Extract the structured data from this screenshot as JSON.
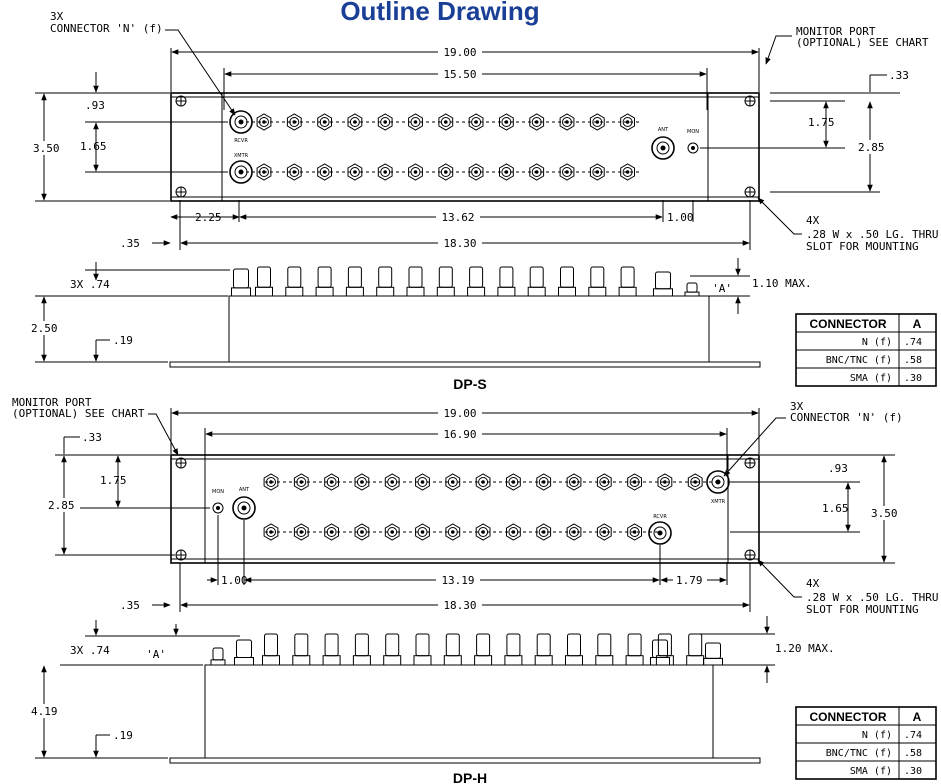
{
  "title": "Outline Drawing",
  "top": {
    "name": "DP-S",
    "callouts": {
      "conn_qty": "3X",
      "conn_name": "CONNECTOR 'N' (f)",
      "mon1": "MONITOR PORT",
      "mon2": "(OPTIONAL) SEE CHART",
      "slot_qty": "4X",
      "slot1": ".28 W x .50 LG. THRU",
      "slot2": "SLOT FOR MOUNTING",
      "max": "1.10 MAX.",
      "a": "'A'",
      "port_ant": "ANT",
      "port_mon": "MON",
      "port_rcvr": "RCVR",
      "port_xmtr": "XMTR"
    },
    "dims": {
      "overall_width": "19.00",
      "inner_width": "15.50",
      "mount_span": "18.30",
      "span": "13.62",
      "left_offset": "2.25",
      "right_offset": "1.00",
      "edge": ".35",
      "height": "3.50",
      "row_top": ".93",
      "row_spacing": "1.65",
      "mon_height": "1.75",
      "slot_height": "2.85",
      "slot_top": ".33",
      "conn_height": "3X .74",
      "depth": "2.50",
      "flange": ".19"
    }
  },
  "bottom": {
    "name": "DP-H",
    "callouts": {
      "conn_qty": "3X",
      "conn_name": "CONNECTOR 'N' (f)",
      "mon1": "MONITOR PORT",
      "mon2": "(OPTIONAL) SEE CHART",
      "slot_qty": "4X",
      "slot1": ".28 W x .50 LG. THRU",
      "slot2": "SLOT FOR MOUNTING",
      "max": "1.20 MAX.",
      "a": "'A'",
      "port_ant": "ANT",
      "port_mon": "MON",
      "port_rcvr": "RCVR",
      "port_xmtr": "XMTR"
    },
    "dims": {
      "overall_width": "19.00",
      "inner_width": "16.90",
      "mount_span": "18.30",
      "span": "13.19",
      "left_offset": "1.00",
      "right_offset": "1.79",
      "edge": ".35",
      "height": "3.50",
      "row_top": ".93",
      "row_spacing": "1.65",
      "mon_height": "1.75",
      "slot_height": "2.85",
      "slot_top": ".33",
      "conn_height": "3X .74",
      "depth": "4.19",
      "flange": ".19"
    }
  },
  "table": {
    "headers": [
      "CONNECTOR",
      "A"
    ],
    "rows": [
      [
        "N (f)",
        ".74"
      ],
      [
        "BNC/TNC (f)",
        ".58"
      ],
      [
        "SMA (f)",
        ".30"
      ]
    ]
  }
}
